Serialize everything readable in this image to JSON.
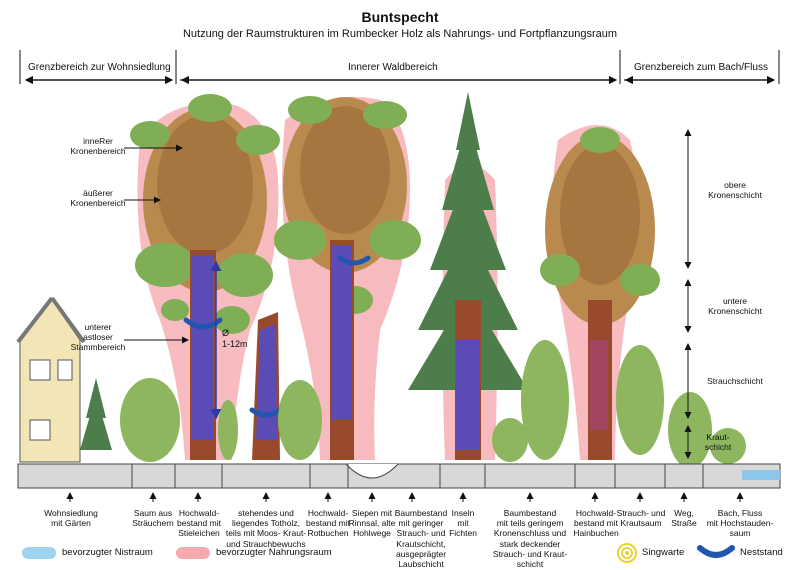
{
  "title": "Buntspecht",
  "subtitle": "Nutzung der Raumstrukturen im Rumbecker Holz als Nahrungs- und Fortpflanzungsraum",
  "zones": {
    "left": "Grenzbereich zur Wohnsiedlung",
    "center": "Innerer Waldbereich",
    "right": "Grenzbereich zum Bach/Fluss"
  },
  "tree_labels": {
    "inner_crown": [
      "inneRer",
      "Kronenbereich"
    ],
    "outer_crown": [
      "äußerer",
      "Kronenbereich"
    ],
    "lower_trunk": [
      "unterer",
      "astloser",
      "Stammbereich"
    ]
  },
  "diameter": [
    "Ø",
    "1-12m"
  ],
  "layers": {
    "upper_crown": [
      "obere",
      "Kronenschicht"
    ],
    "lower_crown": [
      "untere",
      "Kronenschicht"
    ],
    "shrub": [
      "Strauchschicht"
    ],
    "herb": [
      "Kraut-",
      "schicht"
    ]
  },
  "ground_labels": [
    [
      "Wohnsiedlung",
      "mit Gärten"
    ],
    [
      "Saum aus",
      "Sträuchern"
    ],
    [
      "Hochwald-",
      "bestand mit",
      "Stieleichen"
    ],
    [
      "stehendes und",
      "liegendes Totholz,",
      "teils mit Moos- Kraut-",
      "und Strauchbewuchs"
    ],
    [
      "Hochwald-",
      "bestand mit",
      "Rotbuchen"
    ],
    [
      "Siepen mit",
      "Rinnsal, alte",
      "Hohlwege"
    ],
    [
      "Baumbestand",
      "mit geringer",
      "Strauch- und",
      "Krautschicht,",
      "ausgeprägter",
      "Laubschicht"
    ],
    [
      "Inseln",
      "mit",
      "Fichten"
    ],
    [
      "Baumbestand",
      "mit teils geringem",
      "Kronenschluss und",
      "stark deckender",
      "Strauch- und Kraut-",
      "schicht"
    ],
    [
      "Hochwald-",
      "bestand mit",
      "Hainbuchen"
    ],
    [
      "Strauch- und",
      "Krautsaum"
    ],
    [
      "Weg,",
      "Straße"
    ],
    [
      "Bach, Fluss",
      "mit Hochstauden-",
      "saum"
    ]
  ],
  "legend": {
    "nest_space": "bevorzugter Nistraum",
    "food_space": "bevorzugter Nahrungsraum",
    "song_post": "Singwarte",
    "nest_site": "Neststand"
  },
  "colors": {
    "food_space": "#f5aab0",
    "nest_space": "#9fd3ee",
    "trunk_nest": "#5b4bb5",
    "trunk": "#9a4a2c",
    "leaf_green": "#7fae55",
    "leaf_brown": "#b98a4e",
    "conifer": "#4e7d4c",
    "ground": "#d8d8d8",
    "water": "#8cc6e8",
    "song_post": "#e8d23a",
    "nest_mark": "#2255b0"
  }
}
